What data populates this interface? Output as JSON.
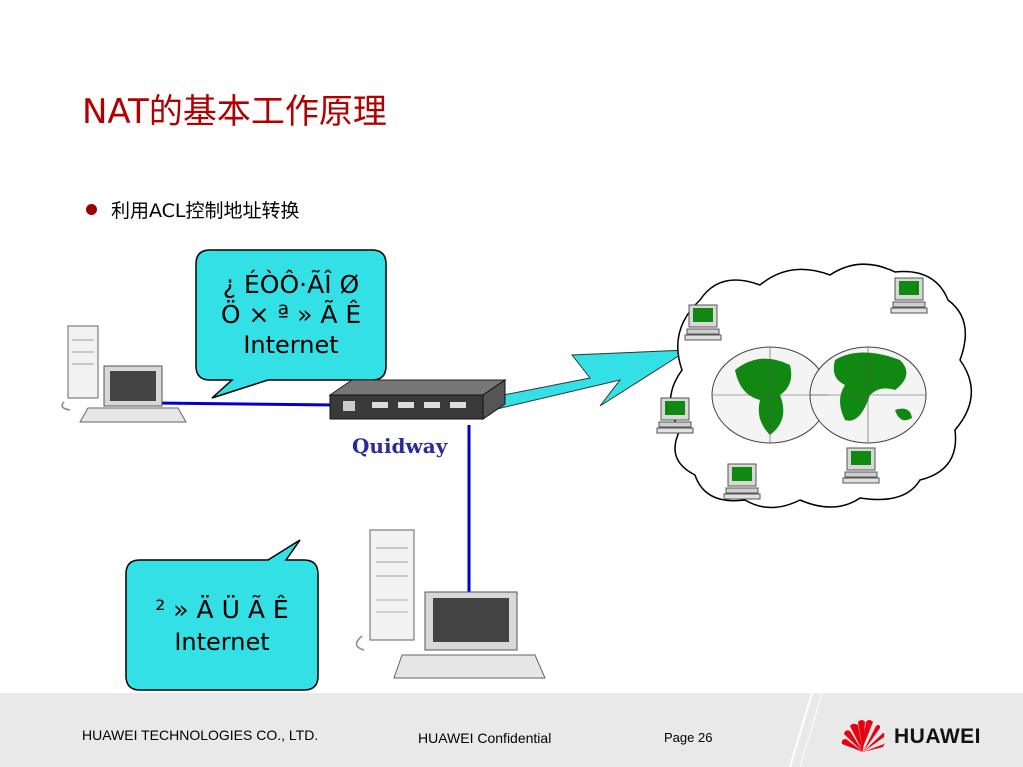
{
  "slide": {
    "title": "NAT的基本工作原理",
    "bullet": "利用ACL控制地址转换"
  },
  "diagram": {
    "callout_top": {
      "line1": "¿ ÉÒÔ·ÃÎ Ø",
      "line2": "Ö × ª » Ã Ê",
      "line3": "Internet"
    },
    "callout_bottom": {
      "line1": "² » Ä Ü Ã Ê",
      "line2": "Internet"
    },
    "router_label": "Quidway"
  },
  "footer": {
    "company": "HUAWEI TECHNOLOGIES CO., LTD.",
    "confidential": "HUAWEI Confidential",
    "page": "Page 26",
    "logo": "HUAWEI"
  },
  "colors": {
    "title": "#b00000",
    "callout_fill": "#33e0e6",
    "link": "#0000cc",
    "lightning": "#33e0e6"
  }
}
